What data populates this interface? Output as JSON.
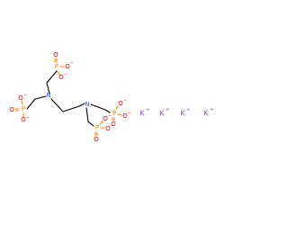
{
  "molecule": {
    "atoms": {
      "nitrogen": "N",
      "phosphorus": "P",
      "oxygen": "O",
      "potassium": "K"
    },
    "charges": {
      "anion": "−",
      "cation": "+"
    },
    "counter_ions": [
      "K",
      "K",
      "K",
      "K"
    ],
    "colors": {
      "carbon_bond": "#000000",
      "nitrogen": "#3050f8",
      "phosphorus": "#ff8000",
      "oxygen": "#ff0000",
      "potassium": "#8f40d4"
    }
  }
}
